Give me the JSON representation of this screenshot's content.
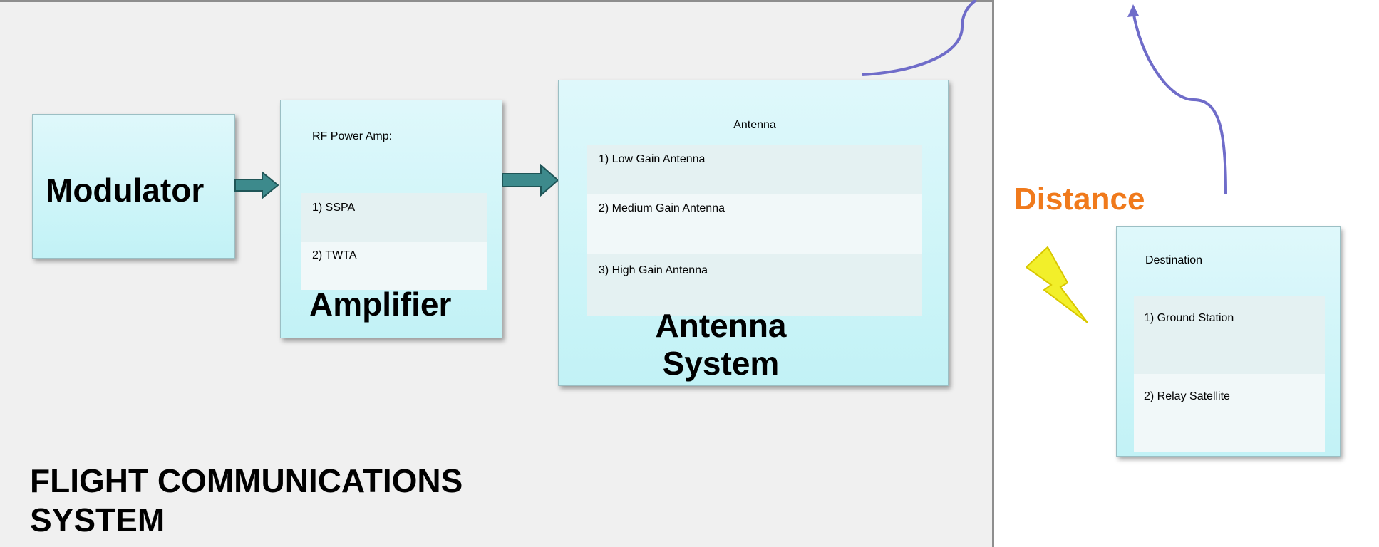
{
  "system": {
    "title": "FLIGHT COMMUNICATIONS SYSTEM"
  },
  "modulator": {
    "label": "Modulator"
  },
  "amplifier": {
    "label": "Amplifier",
    "table_header": "RF Power Amp:",
    "items": [
      "1) SSPA",
      "2) TWTA"
    ]
  },
  "antenna_system": {
    "label": "Antenna System",
    "table_header": "Antenna",
    "items": [
      "1) Low Gain Antenna",
      "2) Medium Gain Antenna",
      "3) High Gain Antenna"
    ]
  },
  "distance": {
    "label": "Distance"
  },
  "destination": {
    "table_header": "Destination",
    "items": [
      "1) Ground Station",
      "2) Relay Satellite"
    ]
  },
  "colors": {
    "block_fill": "#c9f3f7",
    "table_header": "#b6dde1",
    "arrow_fill": "#3d8a8c",
    "distance_text": "#f07a1c",
    "link_curve": "#6f6cc9",
    "lightning": "#f2ef2a"
  }
}
